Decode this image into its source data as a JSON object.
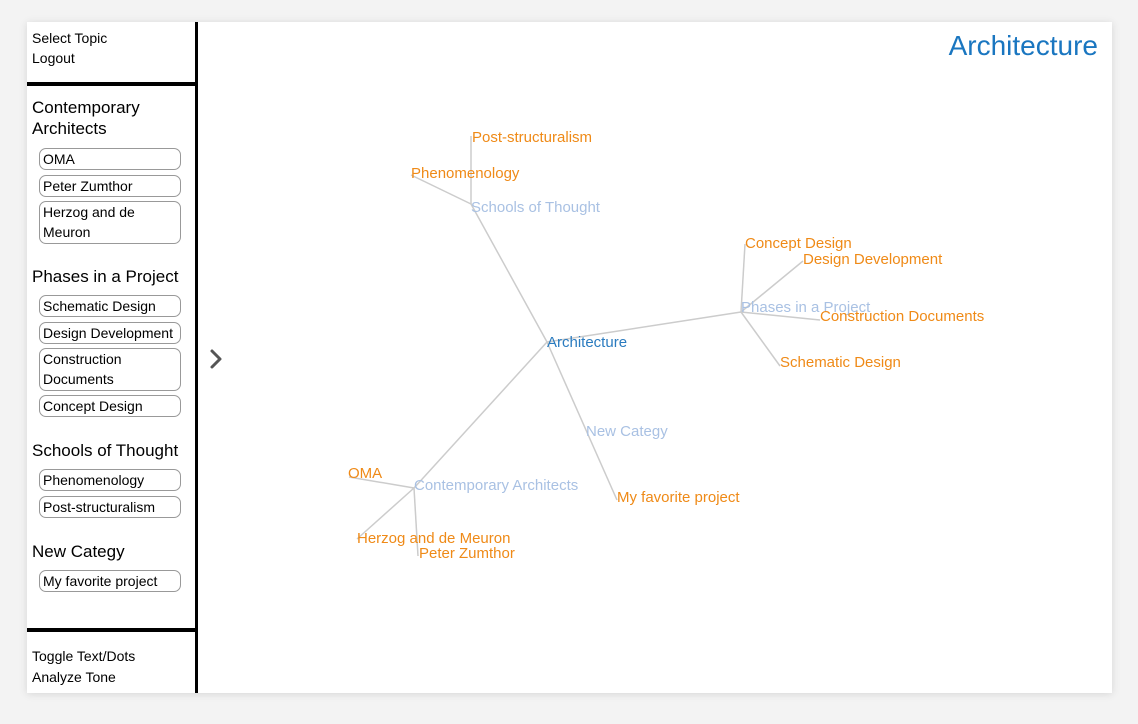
{
  "sidebar": {
    "top_links": [
      "Select Topic",
      "Logout"
    ],
    "categories": [
      {
        "title_lines": [
          "Contemporary",
          "Architects"
        ],
        "items": [
          [
            "OMA"
          ],
          [
            "Peter Zumthor"
          ],
          [
            "Herzog and de",
            "Meuron"
          ]
        ]
      },
      {
        "title_lines": [
          "Phases in a Project"
        ],
        "items": [
          [
            "Schematic Design"
          ],
          [
            "Design Development"
          ],
          [
            "Construction",
            "Documents"
          ],
          [
            "Concept Design"
          ]
        ]
      },
      {
        "title_lines": [
          "Schools of Thought"
        ],
        "items": [
          [
            "Phenomenology"
          ],
          [
            "Post-structuralism"
          ]
        ]
      },
      {
        "title_lines": [
          "New Categy"
        ],
        "items": [
          [
            "My favorite project"
          ]
        ]
      }
    ],
    "bottom_links": [
      "Toggle Text/Dots",
      "Analyze Tone"
    ]
  },
  "main": {
    "title": "Architecture",
    "expand_icon": "chevron-right-icon"
  },
  "graph": {
    "root": "Architecture",
    "categories": [
      {
        "label": "Schools of Thought",
        "children": [
          "Post-structuralism",
          "Phenomenology"
        ]
      },
      {
        "label": "Phases in a Project",
        "children": [
          "Concept Design",
          "Design Development",
          "Construction Documents",
          "Schematic Design"
        ]
      },
      {
        "label": "New Categy",
        "children": [
          "My favorite project"
        ]
      },
      {
        "label": "Contemporary Architects",
        "children": [
          "OMA",
          "Herzog and de Meuron",
          "Peter Zumthor"
        ]
      }
    ],
    "colors": {
      "root": "#2a7bbf",
      "category": "#a9c1e3",
      "leaf": "#ef8a17",
      "edge": "#cccccc",
      "title": "#1a76c0"
    }
  }
}
